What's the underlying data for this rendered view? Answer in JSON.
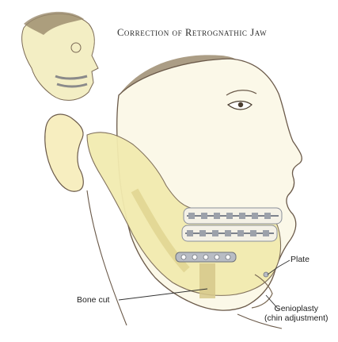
{
  "title": "Correction of Retrognathic Jaw",
  "labels": {
    "plate": "Plate",
    "bone_cut": "Bone cut",
    "genioplasty": "Genioplasty",
    "genioplasty_sub": "(chin adjustment)"
  },
  "colors": {
    "skin_line": "#6b5a4a",
    "hair": "#8a7a62",
    "bone": "#f2ebb0",
    "bone_shade": "#ddd08a",
    "teeth": "#f4f1e6",
    "brackets": "#8a8f99",
    "label_line": "#333333"
  }
}
